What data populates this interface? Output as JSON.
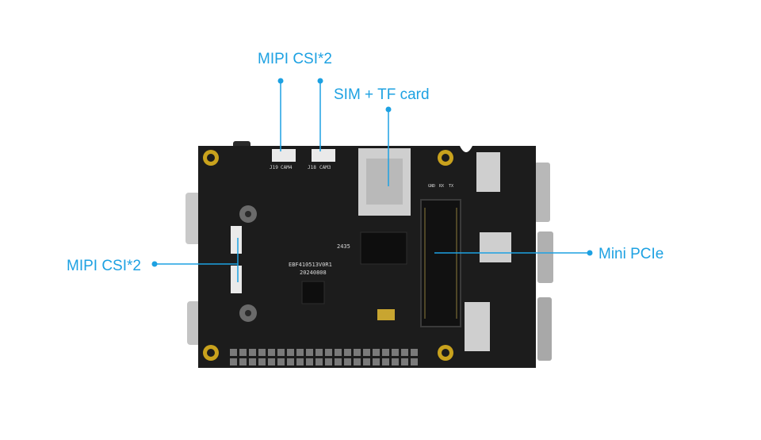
{
  "accent_color": "#1da1e2",
  "board": {
    "pcb_color": "#1c1c1c",
    "silkscreen_texts": {
      "model": "EBF410513V0R1",
      "date": "20240808",
      "cam4": "CAM4",
      "cam3": "CAM3",
      "j19": "J19",
      "j18": "J18",
      "code": "2435",
      "gnd": "GND",
      "rx": "RX",
      "tx": "TX"
    }
  },
  "callouts": [
    {
      "id": "top-csi",
      "label": "MIPI CSI*2"
    },
    {
      "id": "sim-tf",
      "label": "SIM + TF card"
    },
    {
      "id": "mini-pcie",
      "label": "Mini PCIe"
    },
    {
      "id": "left-csi",
      "label": "MIPI CSI*2"
    }
  ]
}
